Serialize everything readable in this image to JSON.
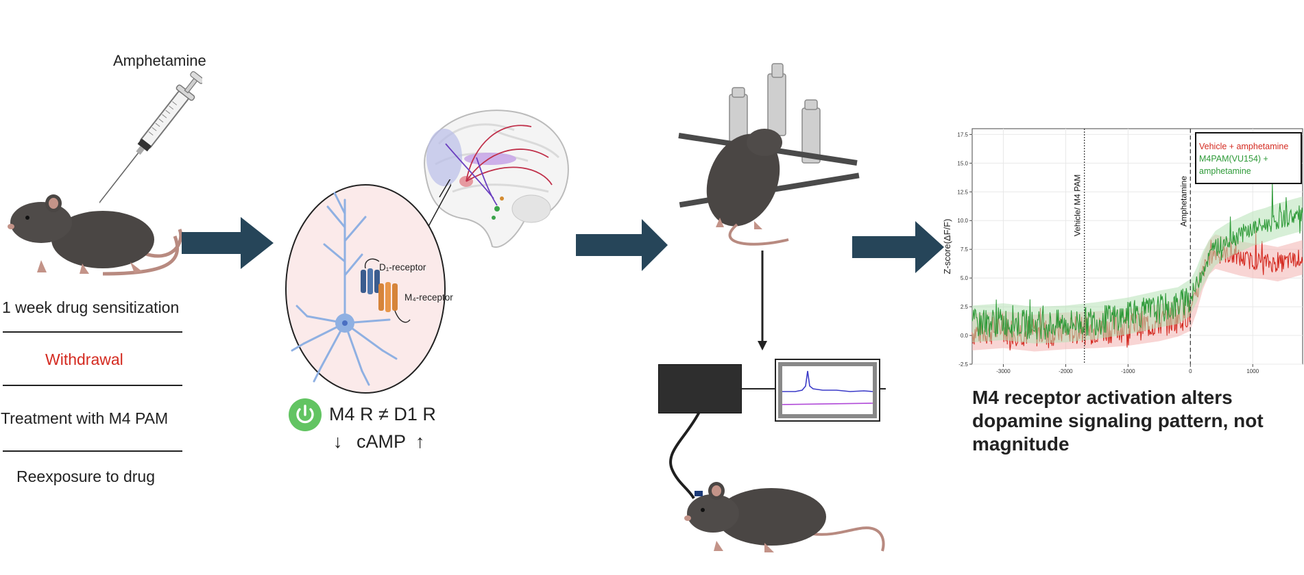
{
  "drug": {
    "label": "Amphetamine"
  },
  "protocol": {
    "steps": [
      {
        "label": "1 week drug sensitization",
        "color": "#222222"
      },
      {
        "label": "Withdrawal",
        "color": "#d42a20"
      },
      {
        "label": "Treatment with M4 PAM",
        "color": "#222222"
      },
      {
        "label": "Reexposure to drug",
        "color": "#222222"
      }
    ]
  },
  "neuron": {
    "d1_label": "D₁-receptor",
    "m4_label": "M₄-receptor"
  },
  "mechanism": {
    "line1": "M4 R ≠ D1 R",
    "down": "↓",
    "camp": "cAMP",
    "up": "↑",
    "icon": "power-icon",
    "icon_color": "#62c462"
  },
  "conclusion": {
    "text": "M4 receptor activation alters dopamine signaling pattern, not magnitude"
  },
  "colors": {
    "arrow": "#264559",
    "vehicle": "#d42a20",
    "m4pam": "#2e9a38"
  },
  "chart_data": {
    "type": "line",
    "ylabel": "Z-score(ΔF/F)",
    "xlabel": "",
    "xlim": [
      -3500,
      1800
    ],
    "ylim": [
      -2.5,
      18
    ],
    "xticks": [
      -3000,
      -2000,
      -1000,
      0,
      1000
    ],
    "yticks": [
      -2.5,
      0.0,
      2.5,
      5.0,
      7.5,
      10.0,
      12.5,
      15.0,
      17.5
    ],
    "grid": true,
    "legend": "top-right",
    "annotations": [
      {
        "x": -1700,
        "label": "Vehicle/ M4 PAM",
        "style": "dotted"
      },
      {
        "x": 0,
        "label": "Amphetamine",
        "style": "dashed"
      }
    ],
    "series": [
      {
        "name": "Vehicle + amphetamine",
        "color": "#d42a20",
        "x": [
          -3500,
          -3000,
          -2500,
          -2000,
          -1500,
          -1000,
          -500,
          -200,
          0,
          100,
          200,
          300,
          400,
          600,
          800,
          1000,
          1200,
          1400,
          1600,
          1800
        ],
        "y": [
          0.3,
          0.5,
          0.2,
          0.4,
          0.5,
          0.7,
          1.1,
          1.5,
          2.0,
          3.5,
          5.5,
          6.8,
          7.3,
          7.0,
          6.7,
          6.5,
          6.4,
          6.2,
          6.5,
          6.8
        ]
      },
      {
        "name": "M4PAM(VU154) + amphetamine",
        "color": "#2e9a38",
        "x": [
          -3500,
          -3000,
          -2500,
          -2000,
          -1500,
          -1000,
          -500,
          -200,
          0,
          100,
          200,
          300,
          400,
          600,
          800,
          1000,
          1200,
          1400,
          1600,
          1800
        ],
        "y": [
          1.0,
          1.2,
          0.9,
          1.0,
          1.3,
          1.7,
          2.3,
          2.6,
          3.3,
          4.4,
          5.8,
          6.8,
          7.6,
          8.3,
          8.8,
          9.3,
          9.6,
          10.0,
          10.3,
          10.6
        ]
      }
    ]
  }
}
